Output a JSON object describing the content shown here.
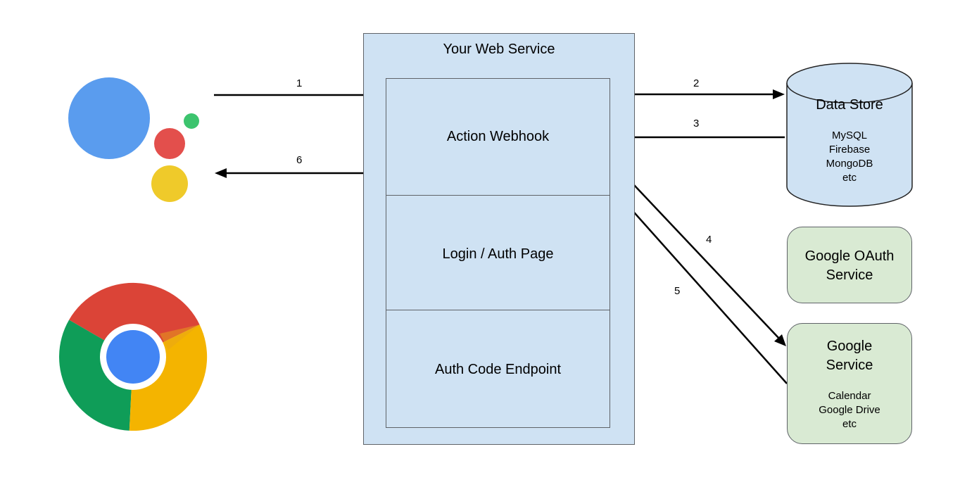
{
  "web_service": {
    "title": "Your Web Service",
    "sections": {
      "action_webhook": "Action Webhook",
      "login_auth": "Login / Auth Page",
      "auth_code": "Auth Code Endpoint"
    }
  },
  "data_store": {
    "title": "Data Store",
    "items": [
      "MySQL",
      "Firebase",
      "MongoDB",
      "etc"
    ]
  },
  "google_oauth": {
    "line1": "Google OAuth",
    "line2": "Service"
  },
  "google_service": {
    "line1": "Google",
    "line2": "Service",
    "items": [
      "Calendar",
      "Google Drive",
      "etc"
    ]
  },
  "arrows": {
    "a1": "1",
    "a2": "2",
    "a3": "3",
    "a4": "4",
    "a5": "5",
    "a6": "6"
  },
  "icons": {
    "assistant": "google-assistant-logo",
    "chrome": "chrome-logo"
  },
  "colors": {
    "box_fill_blue": "#cfe2f3",
    "box_fill_green": "#d9ead3",
    "assistant_blue": "#5a9cee",
    "assistant_red": "#e34f4c",
    "assistant_yellow": "#efca2a",
    "assistant_green": "#3cc46e"
  }
}
